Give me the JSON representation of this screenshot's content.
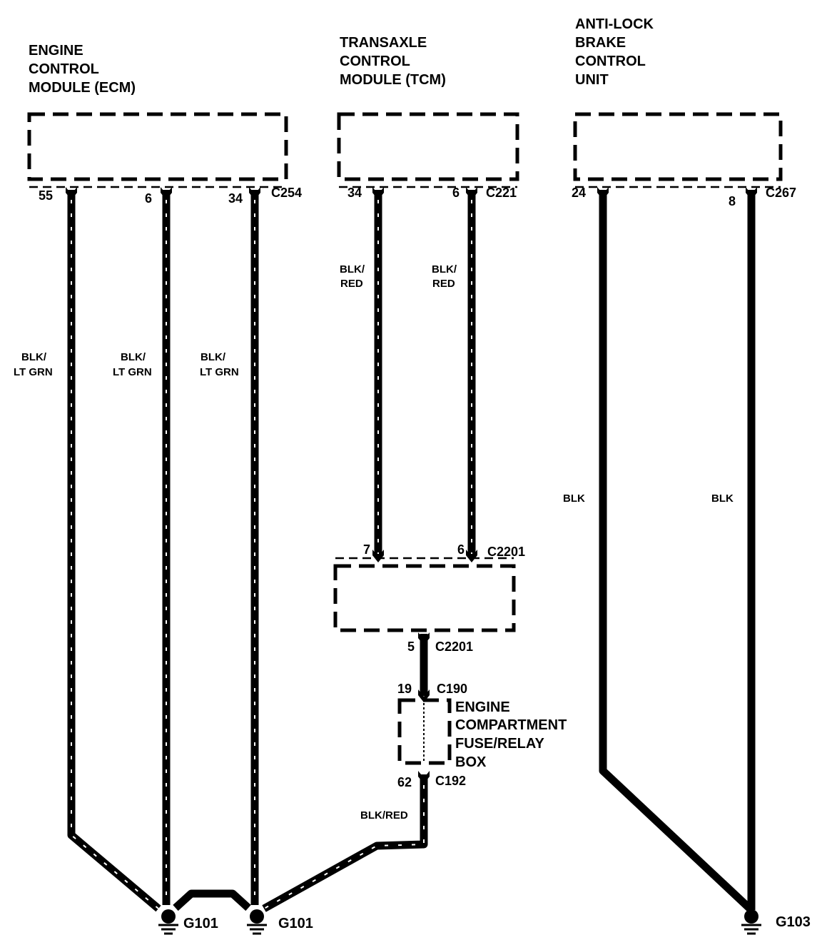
{
  "modules": {
    "ecm": {
      "line1": "ENGINE",
      "line2": "CONTROL",
      "line3": "MODULE (ECM)",
      "connector": "C254",
      "pins": [
        "55",
        "6",
        "34"
      ]
    },
    "tcm": {
      "line1": "TRANSAXLE",
      "line2": "CONTROL",
      "line3": "MODULE (TCM)",
      "connector": "C221",
      "pins": [
        "34",
        "6"
      ]
    },
    "abs": {
      "line1": "ANTI-LOCK",
      "line2": "BRAKE",
      "line3": "CONTROL",
      "line4": "UNIT",
      "connector": "C267",
      "pins": [
        "24",
        "8"
      ]
    }
  },
  "junction": {
    "connector_top": "C2201",
    "pins_top": [
      "7",
      "6"
    ],
    "connector_bottom": "C2201",
    "pin_bottom": "5"
  },
  "fuse_box": {
    "line1": "ENGINE",
    "line2": "COMPARTMENT",
    "line3": "FUSE/RELAY",
    "line4": "BOX",
    "connector_top": "C190",
    "pin_top": "19",
    "connector_bottom": "C192",
    "pin_bottom": "62"
  },
  "wires": {
    "ecm_colors": [
      {
        "a": "BLK/",
        "b": "LT GRN"
      },
      {
        "a": "BLK/",
        "b": "LT GRN"
      },
      {
        "a": "BLK/",
        "b": "LT GRN"
      }
    ],
    "tcm_colors": [
      {
        "a": "BLK/",
        "b": "RED"
      },
      {
        "a": "BLK/",
        "b": "RED"
      }
    ],
    "abs_colors": [
      "BLK",
      "BLK"
    ],
    "fuse_out_color": "BLK/RED"
  },
  "grounds": [
    "G101",
    "G101",
    "G103"
  ]
}
